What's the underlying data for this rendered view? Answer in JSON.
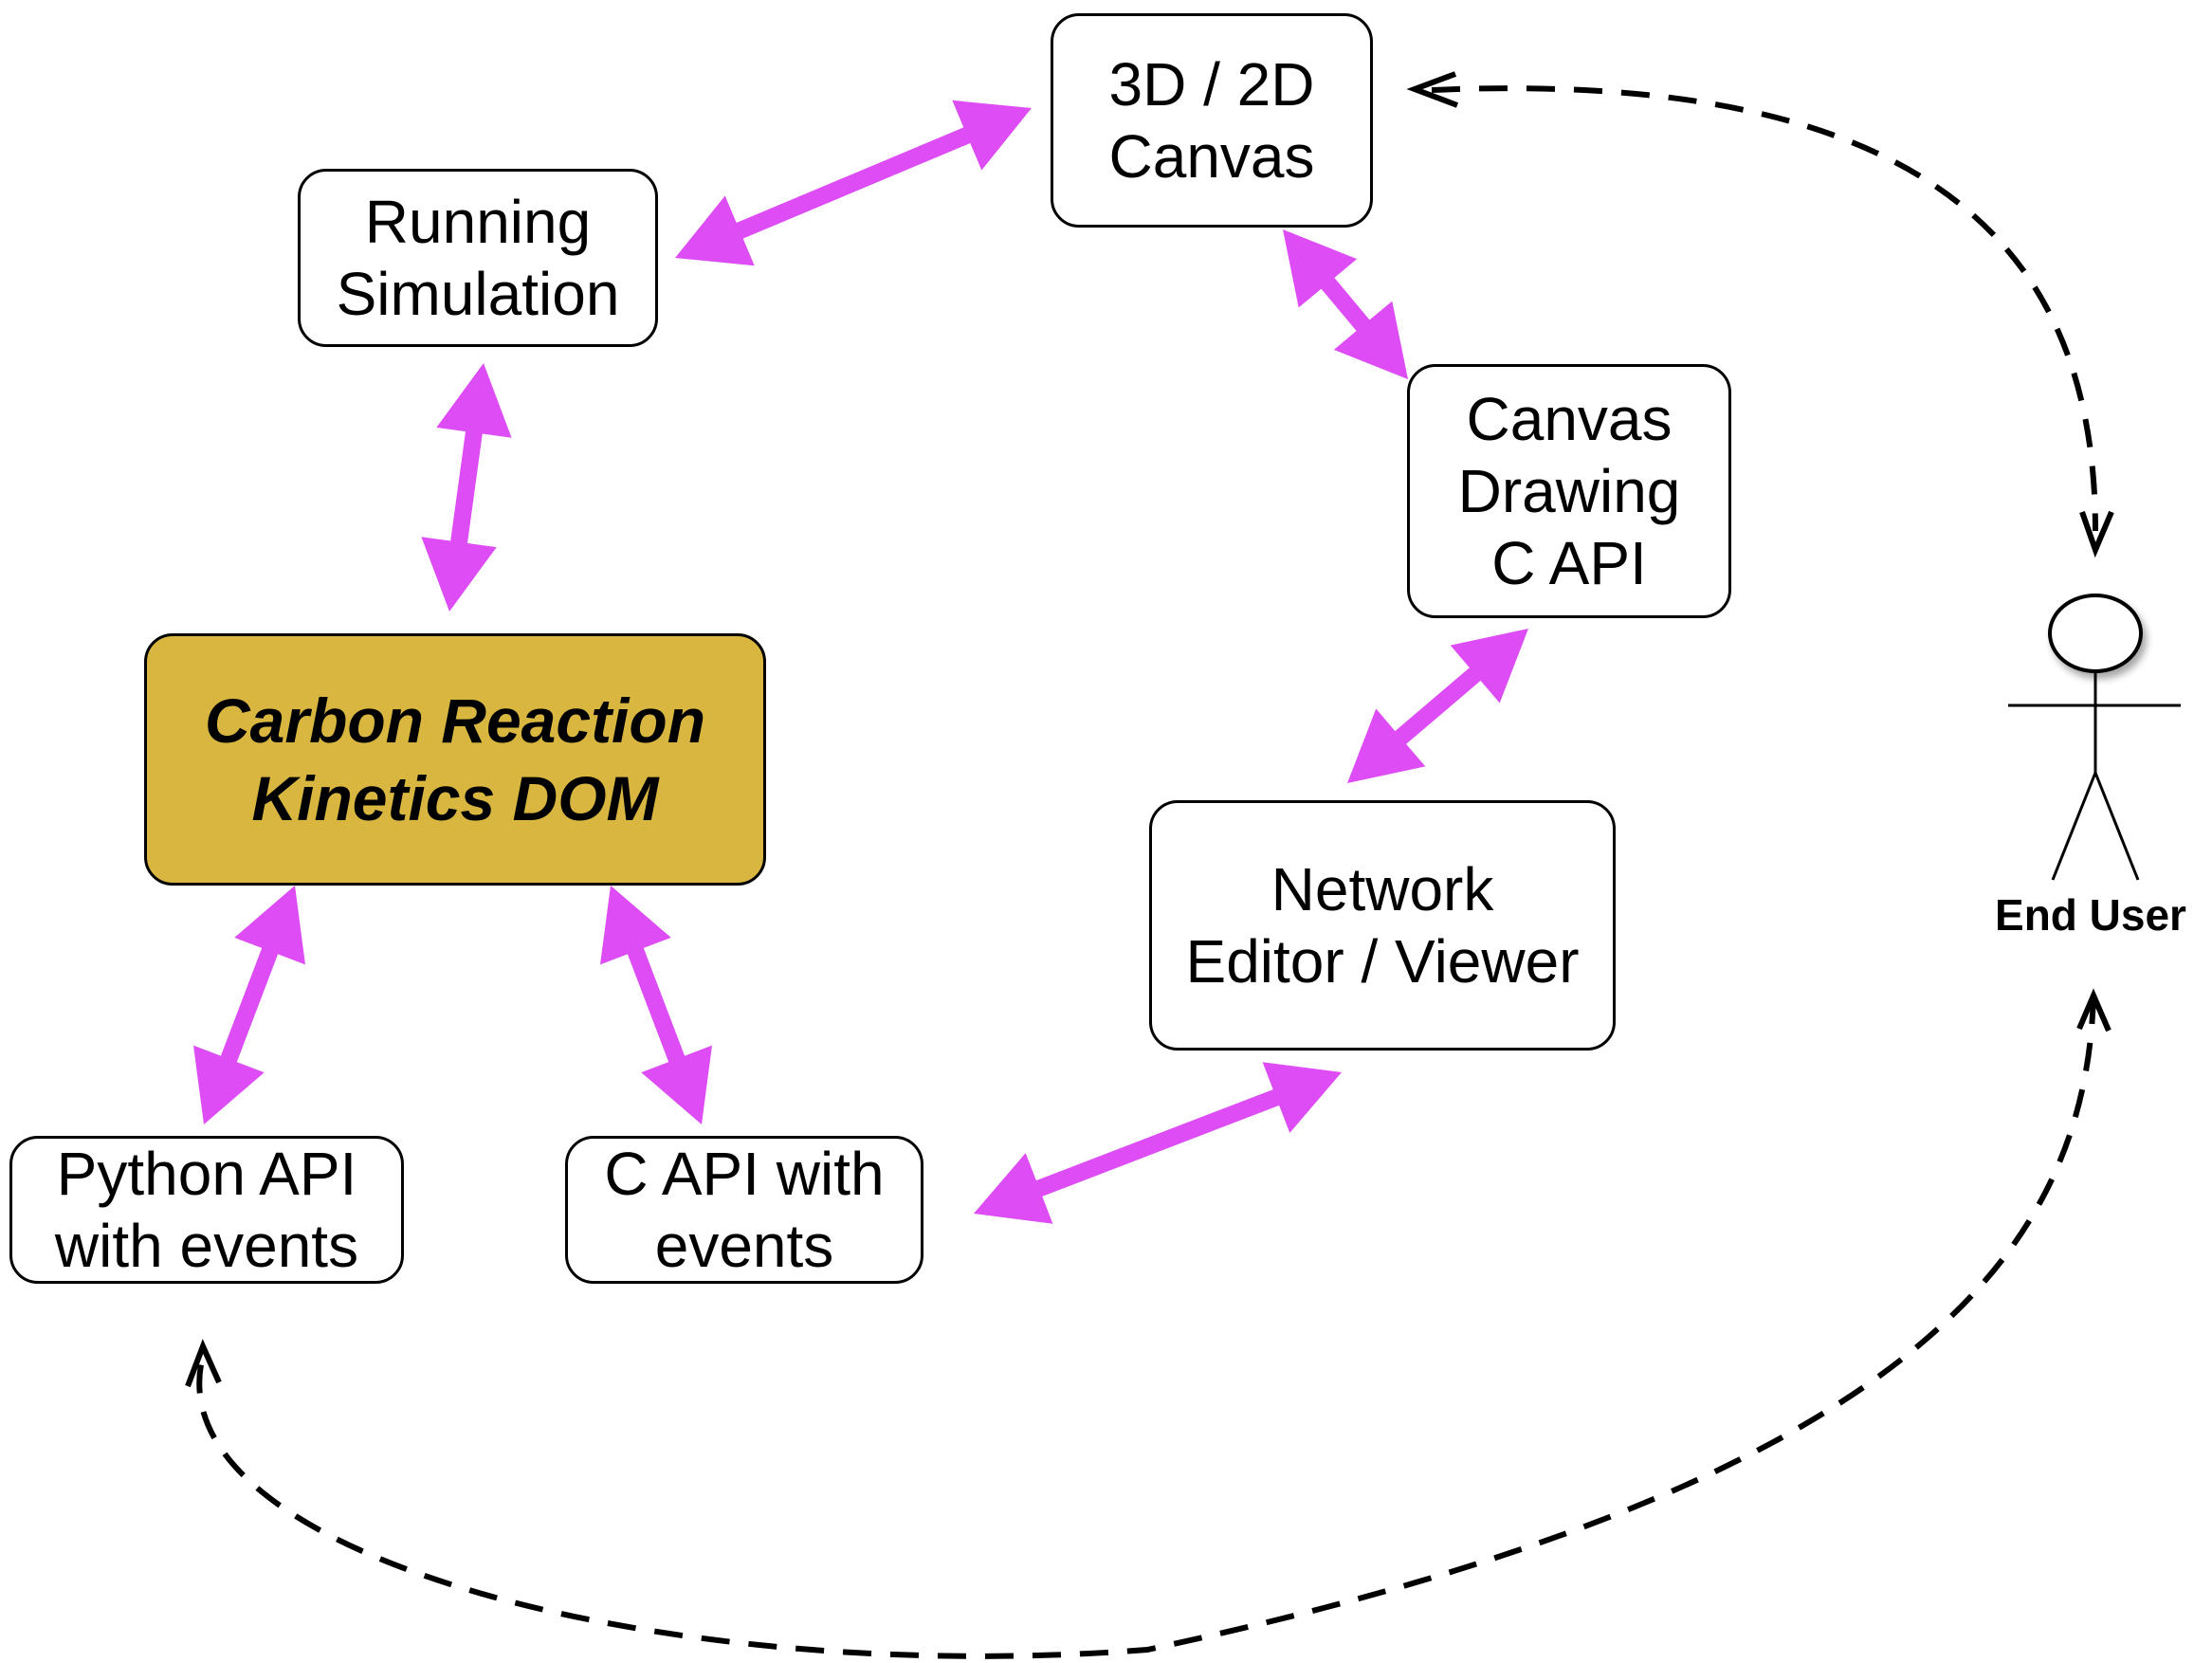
{
  "colors": {
    "arrow": "#dd4cf5",
    "core_fill": "#d8b640",
    "dashed": "#000000"
  },
  "nodes": {
    "canvas_3d2d": {
      "line1": "3D / 2D",
      "line2": "Canvas"
    },
    "running_simulation": {
      "line1": "Running",
      "line2": "Simulation"
    },
    "canvas_drawing_api": {
      "line1": "Canvas",
      "line2": "Drawing",
      "line3": "C API"
    },
    "crk_dom": {
      "line1": "Carbon Reaction",
      "line2": "Kinetics DOM"
    },
    "network_editor": {
      "line1": "Network",
      "line2": "Editor / Viewer"
    },
    "python_api": {
      "line1": "Python API",
      "line2": "with events"
    },
    "c_api": {
      "line1": "C API with",
      "line2": "events"
    }
  },
  "actor": {
    "label": "End User",
    "icon": "stick-figure-icon"
  },
  "edges": [
    {
      "from": "running_simulation",
      "to": "canvas_3d2d",
      "style": "bidirectional"
    },
    {
      "from": "canvas_3d2d",
      "to": "canvas_drawing_api",
      "style": "bidirectional"
    },
    {
      "from": "canvas_drawing_api",
      "to": "network_editor",
      "style": "bidirectional"
    },
    {
      "from": "network_editor",
      "to": "c_api",
      "style": "bidirectional"
    },
    {
      "from": "running_simulation",
      "to": "crk_dom",
      "style": "bidirectional"
    },
    {
      "from": "crk_dom",
      "to": "python_api",
      "style": "bidirectional"
    },
    {
      "from": "crk_dom",
      "to": "c_api",
      "style": "bidirectional"
    },
    {
      "from": "canvas_3d2d",
      "to": "end_user",
      "style": "dashed-bidirectional"
    },
    {
      "from": "end_user",
      "to": "python_api",
      "style": "dashed-bidirectional"
    }
  ]
}
